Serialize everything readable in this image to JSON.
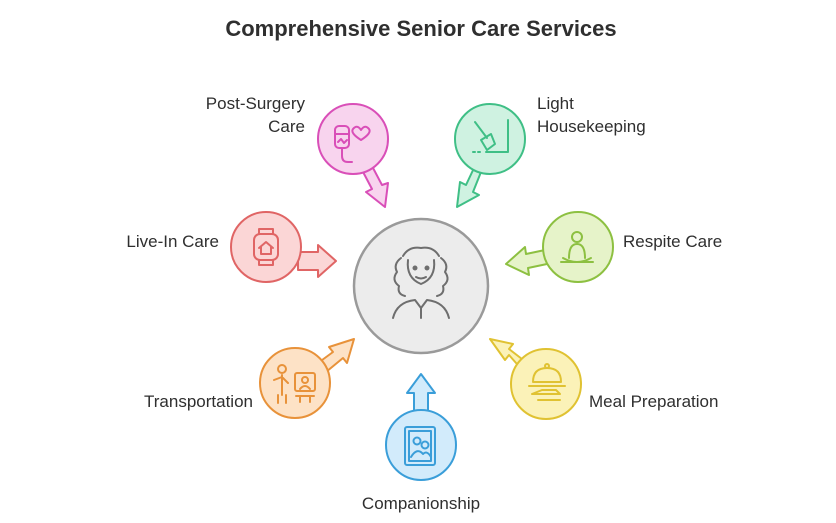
{
  "title": "Comprehensive Senior Care Services",
  "center": {
    "icon": "senior-woman-icon",
    "fill": "#ececec",
    "stroke": "#9a9a9a"
  },
  "services": [
    {
      "key": "post-surgery-care",
      "label_lines": [
        "Post-Surgery",
        "Care"
      ],
      "icon": "iv-drip-heart-icon",
      "fill": "#f8d4ee",
      "stroke": "#d94fb8"
    },
    {
      "key": "light-housekeeping",
      "label_lines": [
        "Light",
        "Housekeeping"
      ],
      "icon": "broom-icon",
      "fill": "#cff2e1",
      "stroke": "#3fbf86"
    },
    {
      "key": "live-in-care",
      "label_lines": [
        "Live-In Care"
      ],
      "icon": "home-watch-icon",
      "fill": "#fbd6d6",
      "stroke": "#e06565"
    },
    {
      "key": "respite-care",
      "label_lines": [
        "Respite Care"
      ],
      "icon": "meditation-icon",
      "fill": "#e6f3c9",
      "stroke": "#8dc041"
    },
    {
      "key": "transportation",
      "label_lines": [
        "Transportation"
      ],
      "icon": "person-screen-icon",
      "fill": "#fde2c6",
      "stroke": "#e8923a"
    },
    {
      "key": "meal-preparation",
      "label_lines": [
        "Meal Preparation"
      ],
      "icon": "cloche-icon",
      "fill": "#fbf2b8",
      "stroke": "#e0c232"
    },
    {
      "key": "companionship",
      "label_lines": [
        "Companionship"
      ],
      "icon": "photo-frame-people-icon",
      "fill": "#d2ebfb",
      "stroke": "#3a9ed9"
    }
  ]
}
